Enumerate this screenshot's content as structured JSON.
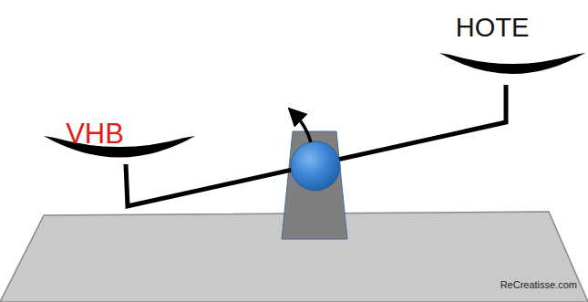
{
  "diagram": {
    "labels": [
      "VHB",
      "HOTE",
      "ReCreatisse.com"
    ]
  }
}
